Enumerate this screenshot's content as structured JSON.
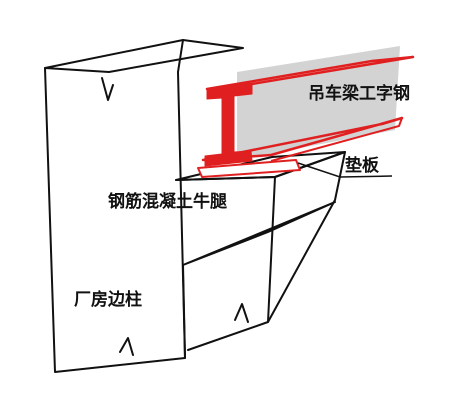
{
  "labels": {
    "beam": "吊车梁工字钢",
    "pad": "垫板",
    "corbel": "钢筋混凝土牛腿",
    "column": "厂房边柱"
  },
  "colors": {
    "outline": "#111111",
    "steel_red": "#e02020",
    "beam_fill": "#d3d3d3",
    "beam_shadow": "#bdbdbd",
    "pad_fill": "#ffffff",
    "background": "#ffffff"
  }
}
